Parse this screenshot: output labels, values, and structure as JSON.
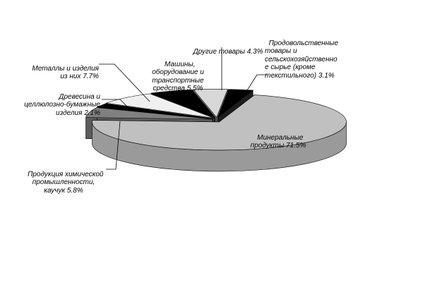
{
  "chart_data": {
    "type": "pie",
    "style": "3d-exploded",
    "slices": [
      {
        "label": "Продовольственные\nтовары и\nсельскохозяйственно\nе сырье (кроме\nтекстильного)",
        "value": 3.1,
        "value_label": "3.1%",
        "color": "#000000"
      },
      {
        "label": "Минеральные\nпродукты",
        "value": 71.5,
        "value_label": "71.5%",
        "color": "#c0c0c0"
      },
      {
        "label": "Продукция химической\nпромышленности,\nкаучук",
        "value": 5.8,
        "value_label": "5.8%",
        "color": "#808080"
      },
      {
        "label": "Древесина и\nцеллюлозно-бумажные\nизделия",
        "value": 2.1,
        "value_label": "2.1%",
        "color": "#000000"
      },
      {
        "label": "Металлы и изделия\nиз них",
        "value": 7.7,
        "value_label": "7.7%",
        "color": "#f0f0f0"
      },
      {
        "label": "Машины,\nоборудование и\nтранспортные\nсредства",
        "value": 5.5,
        "value_label": "5.5%",
        "color": "#000000"
      },
      {
        "label": "Другие товары",
        "value": 4.3,
        "value_label": "4.3%",
        "color": "#d8d8d8"
      }
    ]
  }
}
